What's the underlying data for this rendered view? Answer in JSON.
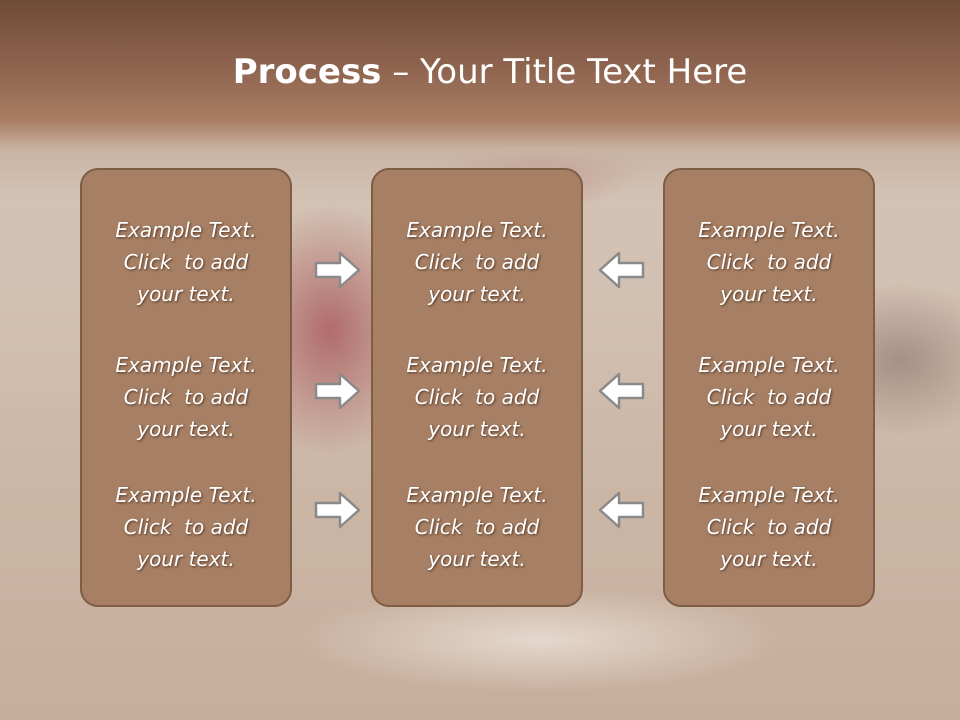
{
  "slide": {
    "title_bold": "Process",
    "title_rest": " – Your Title Text Here"
  },
  "panels": [
    {
      "blocks": [
        {
          "line1": "Example Text.",
          "line2": "Click  to add",
          "line3": "your text."
        },
        {
          "line1": "Example Text.",
          "line2": "Click  to add",
          "line3": "your text."
        },
        {
          "line1": "Example Text.",
          "line2": "Click  to add",
          "line3": "your text."
        }
      ]
    },
    {
      "blocks": [
        {
          "line1": "Example Text.",
          "line2": "Click  to add",
          "line3": "your text."
        },
        {
          "line1": "Example Text.",
          "line2": "Click  to add",
          "line3": "your text."
        },
        {
          "line1": "Example Text.",
          "line2": "Click  to add",
          "line3": "your text."
        }
      ]
    },
    {
      "blocks": [
        {
          "line1": "Example Text.",
          "line2": "Click  to add",
          "line3": "your text."
        },
        {
          "line1": "Example Text.",
          "line2": "Click  to add",
          "line3": "your text."
        },
        {
          "line1": "Example Text.",
          "line2": "Click  to add",
          "line3": "your text."
        }
      ]
    }
  ],
  "arrows": {
    "left_group": "arrow-right-icon",
    "right_group": "arrow-left-icon"
  },
  "colors": {
    "panel_fill": "#a67f64",
    "panel_border": "#7d5d44",
    "text": "#ffffff"
  }
}
